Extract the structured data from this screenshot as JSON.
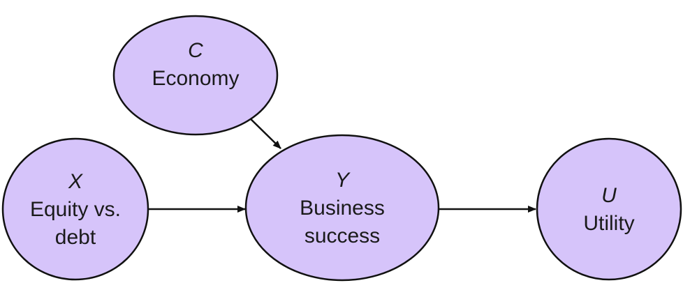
{
  "nodes": {
    "c": {
      "symbol": "C",
      "label_lines": [
        "Economy"
      ]
    },
    "x": {
      "symbol": "X",
      "label_lines": [
        "Equity vs.",
        "debt"
      ]
    },
    "y": {
      "symbol": "Y",
      "label_lines": [
        "Business",
        "success"
      ]
    },
    "u": {
      "symbol": "U",
      "label_lines": [
        "Utility"
      ]
    }
  },
  "edges": [
    {
      "from": "C",
      "to": "Y"
    },
    {
      "from": "X",
      "to": "Y"
    },
    {
      "from": "Y",
      "to": "U"
    }
  ],
  "colors": {
    "node_fill": "#d6c4fa",
    "stroke": "#111111"
  }
}
